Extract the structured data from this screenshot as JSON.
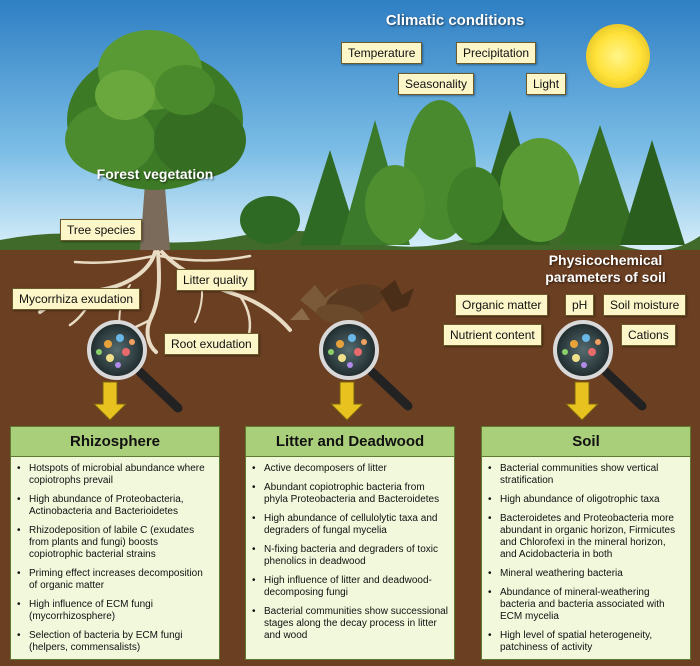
{
  "labels": {
    "climatic_conditions": "Climatic conditions",
    "forest_vegetation": "Forest vegetation",
    "physicochemical": "Physicochemical parameters of soil"
  },
  "climate_boxes": {
    "temperature": "Temperature",
    "precipitation": "Precipitation",
    "seasonality": "Seasonality",
    "light": "Light"
  },
  "forest_boxes": {
    "tree_species": "Tree species",
    "litter_quality": "Litter quality",
    "mycorrhiza_exudation": "Mycorrhiza exudation",
    "root_exudation": "Root exudation"
  },
  "soil_boxes": {
    "organic_matter": "Organic matter",
    "ph": "pH",
    "soil_moisture": "Soil moisture",
    "nutrient_content": "Nutrient content",
    "cations": "Cations"
  },
  "panels": [
    {
      "title": "Rhizosphere",
      "items": [
        "Hotspots of microbial abundance where copiotrophs prevail",
        "High abundance of Proteobacteria, Actinobacteria and Bacterioidetes",
        "Rhizodeposition of labile C (exudates from plants and fungi) boosts copiotrophic bacterial strains",
        "Priming effect increases decomposition of organic matter",
        "High influence of ECM fungi (mycorrhizosphere)",
        "Selection of bacteria by ECM fungi (helpers, commensalists)"
      ]
    },
    {
      "title": "Litter and Deadwood",
      "items": [
        "Active decomposers of litter",
        "Abundant copiotrophic bacteria from phyla Proteobacteria and Bacteroidetes",
        "High abundance of cellulolytic taxa and degraders of fungal mycelia",
        "N-fixing bacteria and degraders of toxic phenolics in deadwood",
        "High influence of litter and deadwood-decomposing fungi",
        "Bacterial communities show successional stages along the decay process in litter and wood"
      ]
    },
    {
      "title": "Soil",
      "items": [
        "Bacterial communities show vertical stratification",
        "High abundance of oligotrophic taxa",
        "Bacteroidetes and Proteobacteria more abundant in organic horizon, Firmicutes and Chlorofexi in the mineral horizon, and Acidobacteria in both",
        "Mineral weathering bacteria",
        "Abundance of mineral-weathering bacteria and bacteria associated with ECM mycelia",
        "High level of spatial heterogeneity, patchiness of activity"
      ]
    }
  ],
  "colors": {
    "sky_top": "#2f7fc4",
    "sky_bottom": "#cfe9f7",
    "soil": "#6b3f22",
    "panel_header": "#a9cf7a",
    "panel_body": "#f1f8dc",
    "label_box": "#fdf6c8",
    "arrow": "#e8c21e",
    "sun": "#ffe23a"
  }
}
